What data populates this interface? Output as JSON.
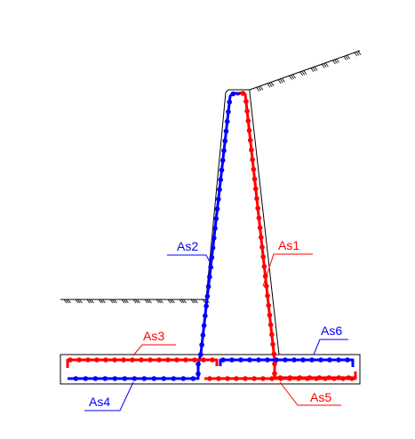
{
  "colors": {
    "outline": "#000000",
    "red_rebar": "#ff0000",
    "blue_rebar": "#0000ff",
    "leader_red": "#ff0000",
    "leader_blue": "#0000ff"
  },
  "labels": {
    "as1": "As1",
    "as2": "As2",
    "as3": "As3",
    "as4": "As4",
    "as5": "As5",
    "as6": "As6"
  }
}
